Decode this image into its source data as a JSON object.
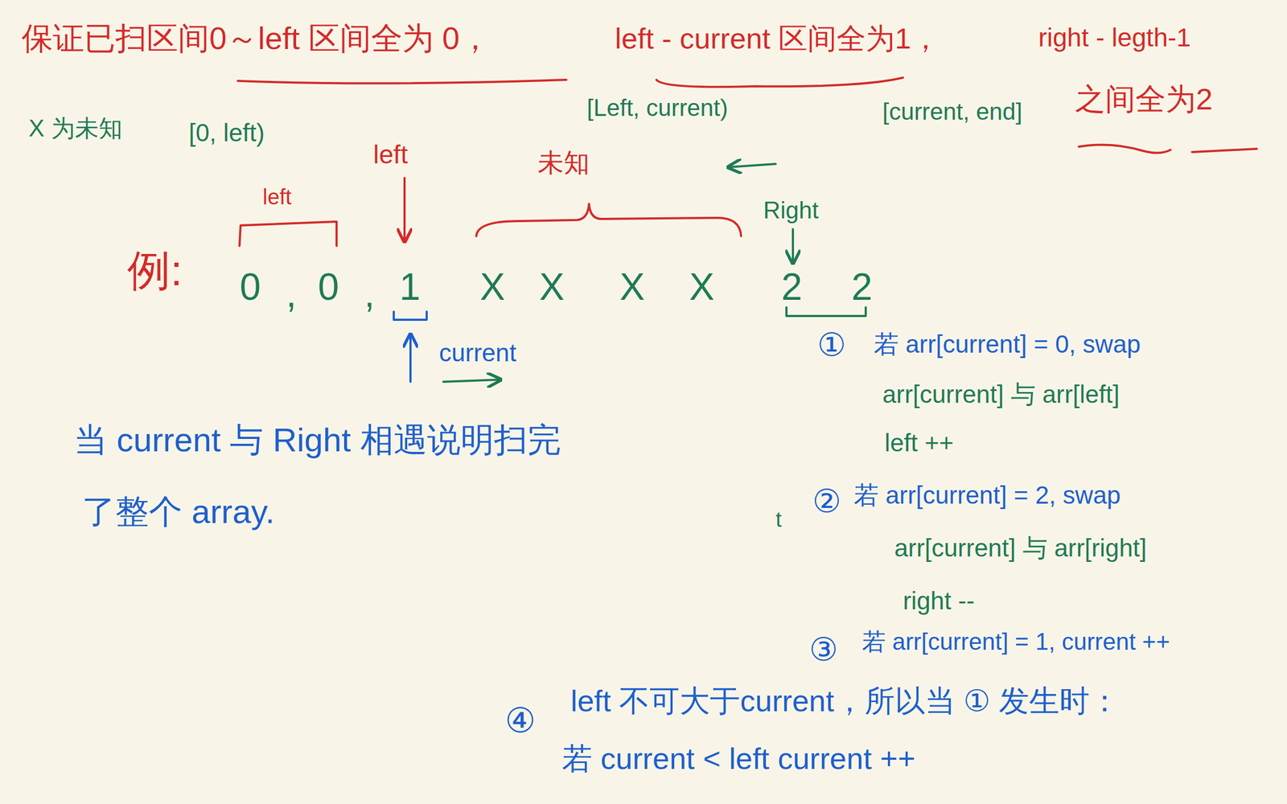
{
  "diagram": {
    "labels": [
      "保证已扫区间0～left 区间全为 0，",
      "left - current 区间全为1，",
      "right - legth-1",
      "X 为未知",
      "[0, left)",
      "[Left, current)",
      "[current, end]",
      "之间全为2",
      "left",
      "未知",
      "Right",
      "left",
      "例:",
      "0",
      ",",
      "0",
      ",",
      "1",
      "X",
      "X",
      "X",
      "X",
      "2",
      "2",
      "current",
      "当 current 与 Right 相遇说明扫完",
      "了整个 array.",
      "①",
      "若 arr[current] = 0, swap",
      "arr[current] 与 arr[left]",
      "left ++",
      "t",
      "②",
      "若 arr[current] = 2, swap",
      "arr[current] 与 arr[right]",
      "right --",
      "③",
      "若 arr[current] = 1, current ++",
      "④",
      "left 不可大于current，所以当 ① 发生时：",
      "若 current < left current ++"
    ]
  }
}
